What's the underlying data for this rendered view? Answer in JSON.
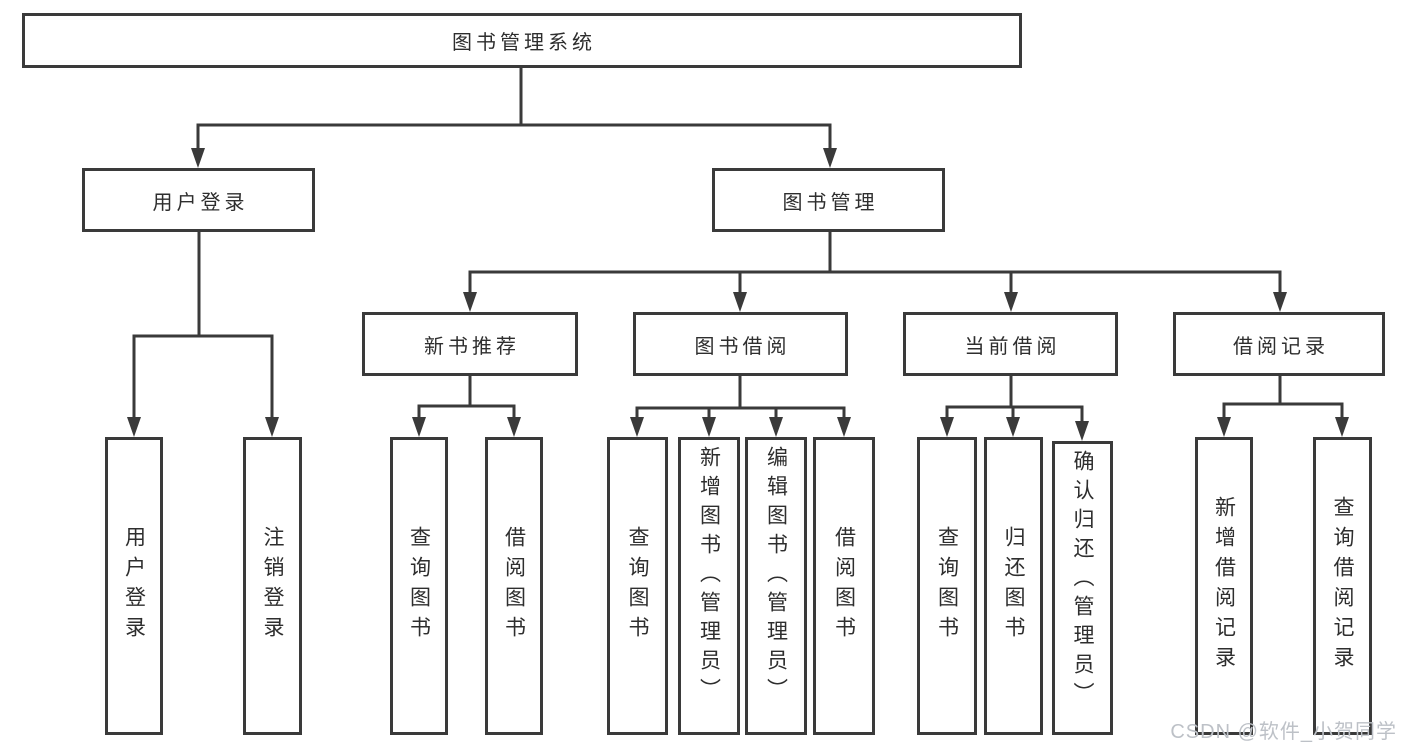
{
  "diagram": {
    "title": "图书管理系统",
    "root": {
      "label": "图书管理系统"
    },
    "level1": [
      {
        "label": "用户登录"
      },
      {
        "label": "图书管理"
      }
    ],
    "level2": [
      {
        "parent": "图书管理",
        "label": "新书推荐"
      },
      {
        "parent": "图书管理",
        "label": "图书借阅"
      },
      {
        "parent": "图书管理",
        "label": "当前借阅"
      },
      {
        "parent": "图书管理",
        "label": "借阅记录"
      }
    ],
    "leaves": [
      {
        "parent": "用户登录",
        "label": "用户登录"
      },
      {
        "parent": "用户登录",
        "label": "注销登录"
      },
      {
        "parent": "新书推荐",
        "label": "查询图书"
      },
      {
        "parent": "新书推荐",
        "label": "借阅图书"
      },
      {
        "parent": "图书借阅",
        "label": "查询图书"
      },
      {
        "parent": "图书借阅",
        "label": "新增图书（管理员）"
      },
      {
        "parent": "图书借阅",
        "label": "编辑图书（管理员）"
      },
      {
        "parent": "图书借阅",
        "label": "借阅图书"
      },
      {
        "parent": "当前借阅",
        "label": "查询图书"
      },
      {
        "parent": "当前借阅",
        "label": "归还图书"
      },
      {
        "parent": "当前借阅",
        "label": "确认归还（管理员）"
      },
      {
        "parent": "借阅记录",
        "label": "新增借阅记录"
      },
      {
        "parent": "借阅记录",
        "label": "查询借阅记录"
      }
    ],
    "colors": {
      "line": "#3a3a3a",
      "box_border": "#3a3a3a",
      "text": "#2e2e2e",
      "background": "#ffffff",
      "watermark": "#bdc1c7"
    }
  },
  "watermark": {
    "label": "CSDN @软件_小贺同学"
  }
}
